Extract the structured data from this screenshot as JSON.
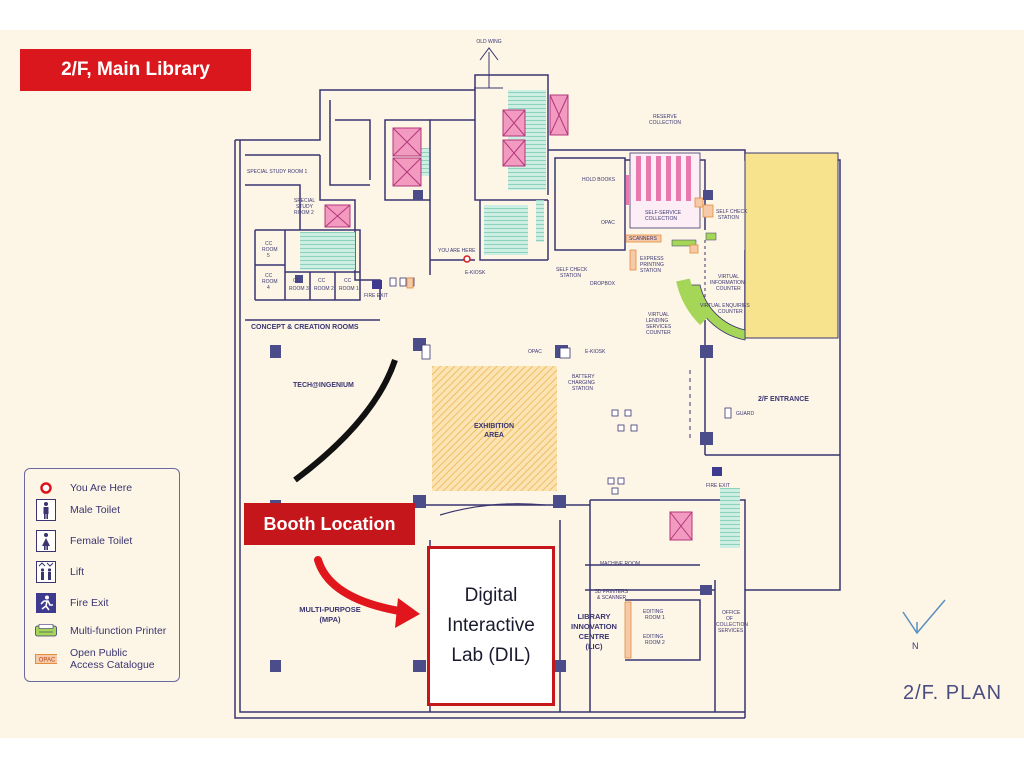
{
  "header": {
    "title": "2/F, Main Library"
  },
  "callout": {
    "booth_label": "Booth Location"
  },
  "highlight": {
    "line1": "Digital",
    "line2": "Interactive",
    "line3": "Lab (DIL)"
  },
  "plan_title": "2/F. PLAN",
  "compass": {
    "north": "N"
  },
  "legend": {
    "items": [
      {
        "icon": "you-are-here-icon",
        "label": "You Are Here"
      },
      {
        "icon": "male-toilet-icon",
        "label": "Male Toilet"
      },
      {
        "icon": "female-toilet-icon",
        "label": "Female Toilet"
      },
      {
        "icon": "lift-icon",
        "label": "Lift"
      },
      {
        "icon": "fire-exit-icon",
        "label": "Fire Exit"
      },
      {
        "icon": "printer-icon",
        "label": "Multi-function Printer"
      },
      {
        "icon": "opac-icon",
        "label": "Open Public Access Catalogue",
        "line1": "Open Public",
        "line2": "Access Catalogue",
        "tag": "OPAC"
      }
    ]
  },
  "map_labels": {
    "old_wing": "OLD WING",
    "reserve_collection_1": "RESERVE",
    "reserve_collection_2": "COLLECTION",
    "hold_books": "HOLD BOOKS",
    "self_check_station_1": "SELF CHECK",
    "self_check_station_2": "STATION",
    "opac": "OPAC",
    "self_service_collection_1": "SELF-SERVICE",
    "self_service_collection_2": "COLLECTION",
    "scanners": "SCANNERS",
    "express_printing_1": "EXPRESS",
    "express_printing_2": "PRINTING",
    "express_printing_3": "STATION",
    "self_check_low_1": "SELF CHECK",
    "self_check_low_2": "STATION",
    "dropbox": "DROPBOX",
    "virtual_info_1": "VIRTUAL",
    "virtual_info_2": "INFORMATION",
    "virtual_info_3": "COUNTER",
    "virtual_enq_1": "VIRTUAL ENQUIRIES",
    "virtual_enq_2": "COUNTER",
    "virtual_lending_1": "VIRTUAL",
    "virtual_lending_2": "LENDING",
    "virtual_lending_3": "SERVICES",
    "virtual_lending_4": "COUNTER",
    "special_study_1": "SPECIAL STUDY ROOM 1",
    "special_study_2a": "SPECIAL",
    "special_study_2b": "STUDY",
    "special_study_2c": "ROOM 2",
    "you_are_here": "YOU ARE HERE",
    "e_kiosk": "E-KIOSK",
    "fire_exit": "FIRE EXIT",
    "concept_creation": "CONCEPT & CREATION ROOMS",
    "cc_room_5a": "CC",
    "cc_room_5b": "ROOM",
    "cc_room_5c": "5",
    "cc_room_4a": "CC",
    "cc_room_4b": "ROOM",
    "cc_room_4c": "4",
    "cc_room_3a": "CC",
    "cc_room_3b": "ROOM 3",
    "cc_room_2a": "CC",
    "cc_room_2b": "ROOM 2",
    "cc_room_1a": "CC",
    "cc_room_1b": "ROOM 1",
    "tech_ingenium": "TECH@INGENIUM",
    "opac_mid": "OPAC",
    "e_kiosk_mid": "E-KIOSK",
    "battery_1": "BATTERY",
    "battery_2": "CHARGING",
    "battery_3": "STATION",
    "exhibition_1": "EXHIBITION",
    "exhibition_2": "AREA",
    "entrance": "2/F ENTRANCE",
    "guard": "GUARD",
    "fire_exit_2": "FIRE EXIT",
    "machine_room": "MACHINE ROOM",
    "printers_1": "3D PRINTERS",
    "printers_2": "& SCANNER",
    "lic_1": "LIBRARY",
    "lic_2": "INNOVATION",
    "lic_3": "CENTRE",
    "lic_4": "(LIC)",
    "editing_1a": "EDITING",
    "editing_1b": "ROOM 1",
    "editing_2a": "EDITING",
    "editing_2b": "ROOM 2",
    "office_1": "OFFICE",
    "office_2": "OF",
    "office_3": "COLLECTION",
    "office_4": "SERVICES",
    "mpa_1": "MULTI-PURPOSE",
    "mpa_2": "(MPA)"
  },
  "colors": {
    "title_bg": "#d9171c",
    "booth_bg": "#c5161b",
    "map_bg": "#fdf6e7",
    "wall": "#3a3570",
    "exhibition": "#f2c56e",
    "reading_zone": "#f7e38e",
    "counter": "#a6d657",
    "lift": "#e06ea0",
    "stairs": "#5fc2a6"
  }
}
